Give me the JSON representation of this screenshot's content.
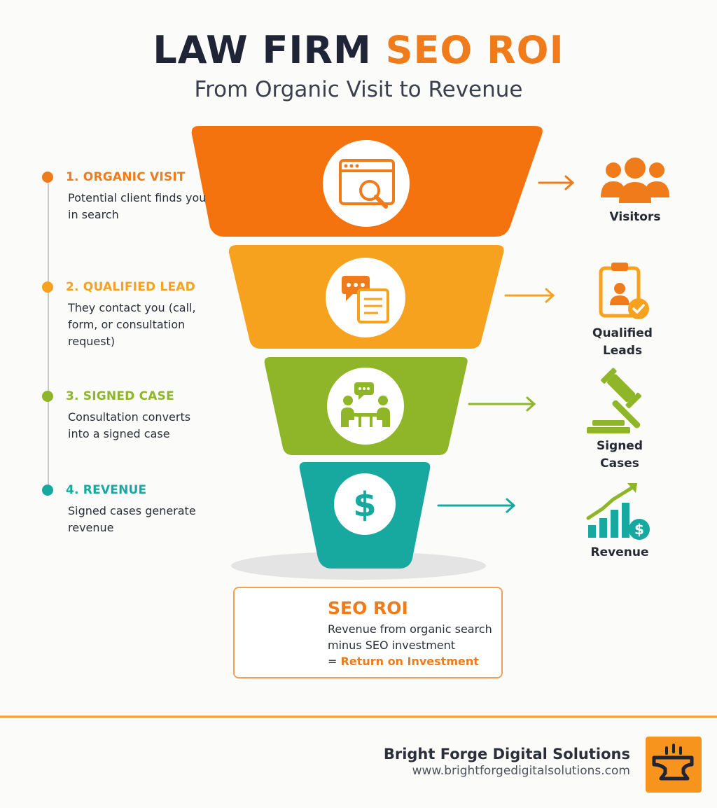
{
  "header": {
    "title_part1": "LAW FIRM",
    "title_part2": "SEO ROI",
    "subtitle": "From Organic Visit to Revenue"
  },
  "steps": [
    {
      "label": "1. ORGANIC VISIT",
      "desc": "Potential client finds you in search",
      "color": "#f07b1a"
    },
    {
      "label": "2. QUALIFIED LEAD",
      "desc": "They contact you (call, form, or consultation request)",
      "color": "#f6a21e"
    },
    {
      "label": "3. SIGNED CASE",
      "desc": "Consultation converts into a signed case",
      "color": "#8fb629"
    },
    {
      "label": "4. REVENUE",
      "desc": "Signed cases generate revenue",
      "color": "#17a8a0"
    }
  ],
  "funnel_icons": [
    "browser-search-icon",
    "chat-document-icon",
    "meeting-icon",
    "dollar-icon"
  ],
  "outcomes": [
    {
      "label": "Visitors",
      "icon": "users-icon"
    },
    {
      "label": "Qualified Leads",
      "icon": "clipboard-check-icon"
    },
    {
      "label": "Signed Cases",
      "icon": "gavel-icon"
    },
    {
      "label": "Revenue",
      "icon": "growth-chart-dollar-icon"
    }
  ],
  "roi": {
    "title": "SEO ROI",
    "desc": "Revenue from organic search minus SEO investment",
    "eq_prefix": "= ",
    "eq_highlight": "Return on Investment"
  },
  "footer": {
    "company": "Bright Forge Digital Solutions",
    "url": "www.brightforgedigitalsolutions.com",
    "logo_icon": "anvil-logo-icon"
  },
  "colors": {
    "orange": "#f07b1a",
    "amber": "#f6a21e",
    "green": "#8fb629",
    "teal": "#17a8a0",
    "dark": "#1f2437"
  }
}
